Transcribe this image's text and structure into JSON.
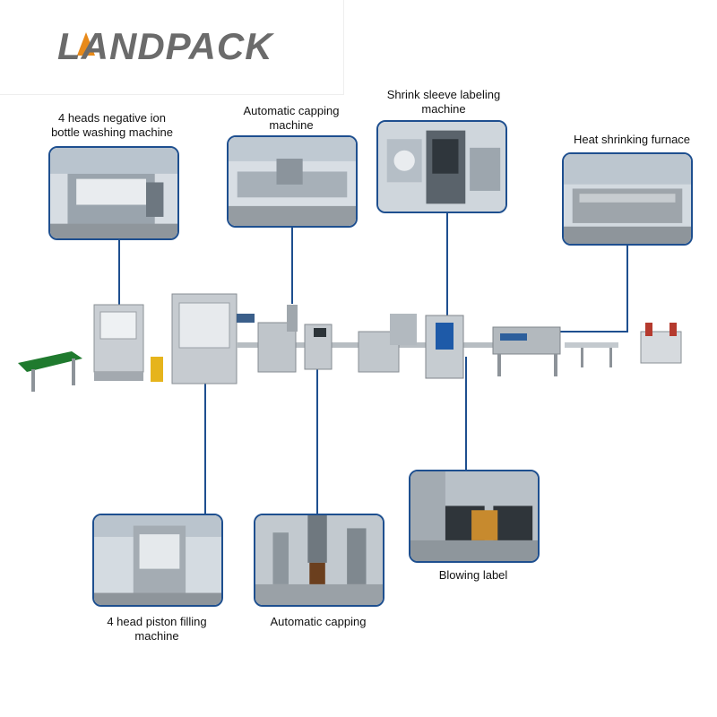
{
  "brand": {
    "logo_text": "LANDPACK",
    "logo_color": "#6b6b6b",
    "accent_color": "#e88a1a"
  },
  "frame_color": "#1e4f8f",
  "callouts": {
    "washing": {
      "label_line1": "4 heads negative ion",
      "label_line2": "bottle washing machine"
    },
    "capping_machine": {
      "label_line1": "Automatic capping",
      "label_line2": "machine"
    },
    "shrink_labeling": {
      "label_line1": "Shrink sleeve labeling",
      "label_line2": "machine"
    },
    "heat_furnace": {
      "label_line1": "Heat shrinking furnace"
    },
    "piston_filling": {
      "label_line1": "4 head piston filling",
      "label_line2": "machine"
    },
    "auto_capping": {
      "label_line1": "Automatic capping"
    },
    "blowing_label": {
      "label_line1": "Blowing label"
    }
  }
}
